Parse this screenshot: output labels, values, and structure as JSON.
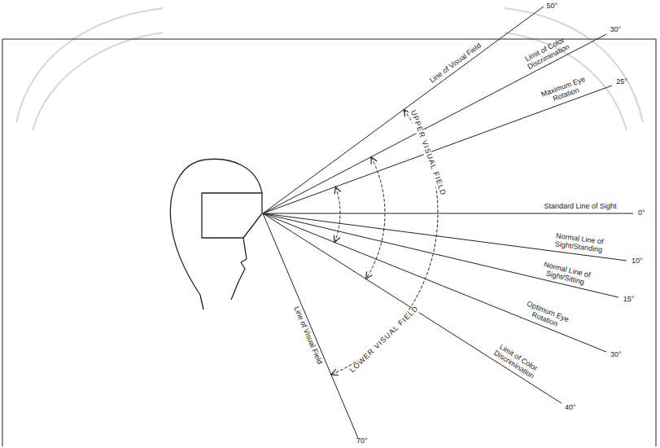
{
  "diagram": {
    "labels": [
      "Line of Visual Field",
      "50°",
      "Limit of Color Discrimination",
      "30°",
      "Maximum Eye Rotation",
      "25°",
      "Standard Line of Sight",
      "0°",
      "Normal Line of Sight/Standing",
      "10°",
      "Normal Line of Sight/Sitting",
      "15°",
      "Optimum Eye Rotation",
      "30°",
      "Limit of Color Discrimination",
      "40°",
      "Line of Visual Field",
      "70°",
      "UPPER VISUAL FIELD",
      "LOWER VISUAL FIELD"
    ]
  }
}
